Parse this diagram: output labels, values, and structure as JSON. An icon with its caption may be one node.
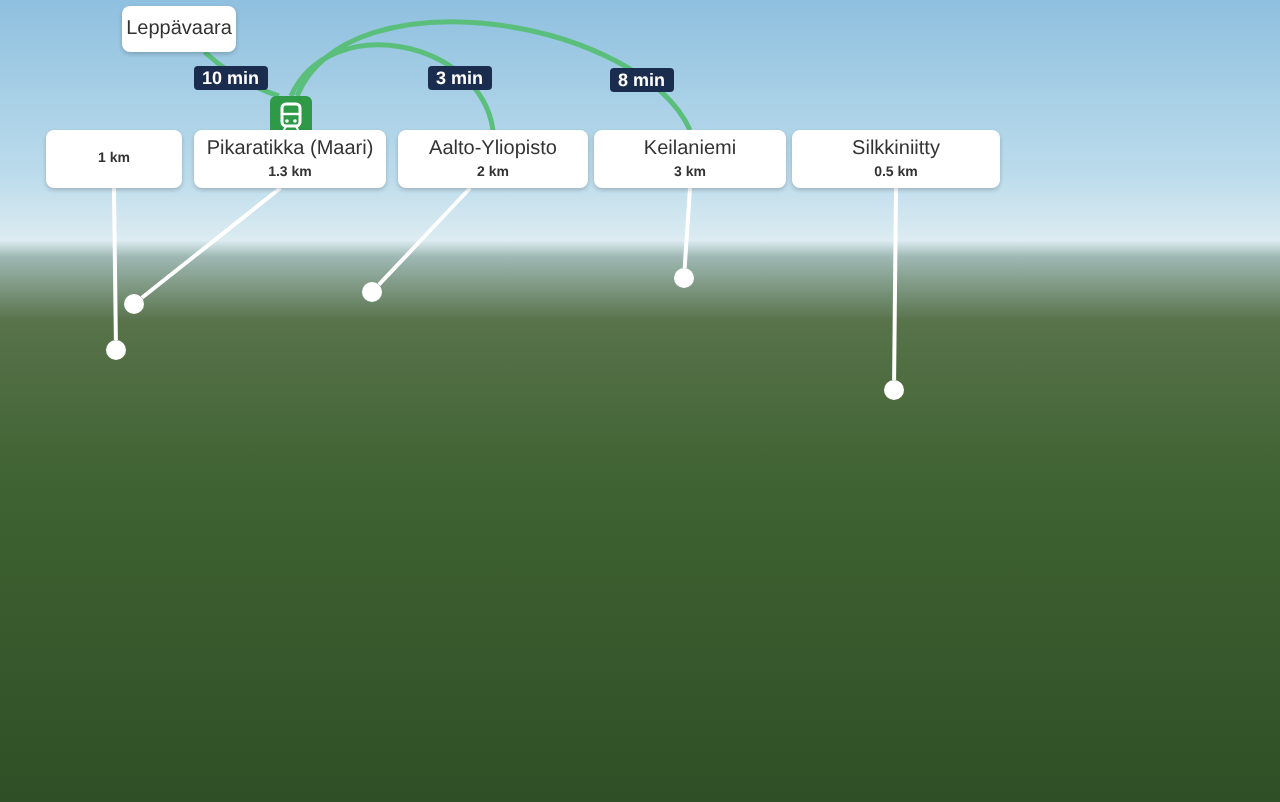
{
  "diagram": {
    "nodes": [
      {
        "text": [
          "Leppävaara"
        ]
      },
      {
        "text": [],
        "shape": "picture"
      },
      {
        "text": [
          "1 km"
        ]
      },
      {
        "text": [
          "Pikaratikka (Maari)",
          "1.3 km"
        ]
      },
      {
        "text": [
          "Aalto-Yliopisto",
          "2 km"
        ]
      },
      {
        "text": [
          "Keilaniemi",
          "3 km"
        ]
      },
      {
        "text": [
          "Silkkiniitty",
          "0.5 km"
        ]
      },
      {
        "text": [],
        "shape": "circle"
      },
      {
        "text": [],
        "shape": "circle"
      },
      {
        "text": [],
        "shape": "circle"
      },
      {
        "text": [],
        "shape": "circle"
      },
      {
        "text": [],
        "shape": "circle"
      }
    ],
    "edges": [
      {
        "from": 1,
        "to": 0,
        "arrow": "none",
        "label": "10 min",
        "color": "#5bbf7c"
      },
      {
        "from": 1,
        "to": 4,
        "arrow": "none",
        "label": "3 min",
        "color": "#5bbf7c"
      },
      {
        "from": 1,
        "to": 5,
        "arrow": "none",
        "label": "8 min",
        "color": "#5bbf7c"
      },
      {
        "from": 2,
        "to": 7,
        "arrow": "none"
      },
      {
        "from": 3,
        "to": 8,
        "arrow": "none"
      },
      {
        "from": 4,
        "to": 9,
        "arrow": "none"
      },
      {
        "from": 5,
        "to": 10,
        "arrow": "none"
      },
      {
        "from": 6,
        "to": 11,
        "arrow": "none"
      }
    ]
  }
}
